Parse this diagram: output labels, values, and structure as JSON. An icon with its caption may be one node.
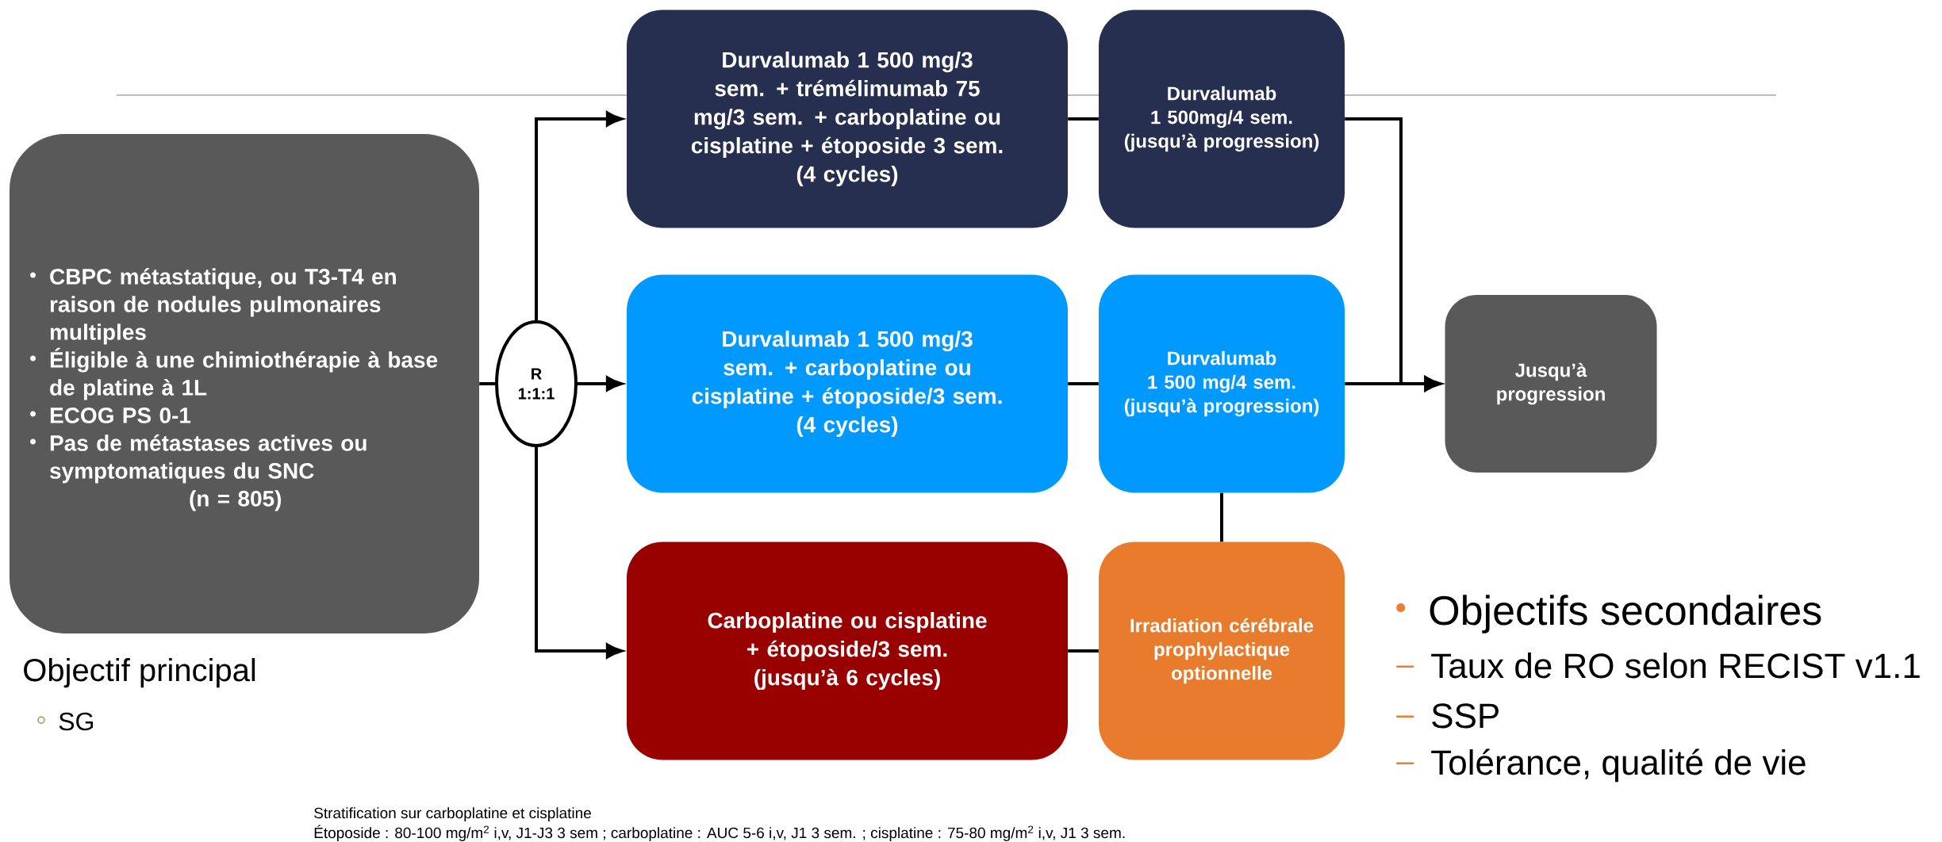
{
  "diagram": {
    "nodes": [
      {
        "text": [
          "CBPC métastatique, ou T3-T4 en raison de nodules pulmonaires multiples",
          "Éligible à une chimiothérapie à base de platine à 1L",
          "ECOG PS 0-1",
          "Pas de métastases actives ou symptomatiques du SNC",
          "(n = 805)"
        ]
      },
      {
        "text": [
          "R 1:1:1"
        ]
      },
      {
        "text": [
          "Durvalumab 1 500 mg/3 sem. + trémélimumab 75 mg/3 sem. + carboplatine ou cisplatine + étoposide 3 sem.",
          "(4 cycles)"
        ]
      },
      {
        "text": [
          "Durvalumab",
          "1 500mg/4 sem.",
          "(jusqu’à progression)"
        ]
      },
      {
        "text": [
          "Durvalumab 1 500 mg/3 sem. + carboplatine ou cisplatine + étoposide/3 sem.",
          "(4 cycles)"
        ]
      },
      {
        "text": [
          "Durvalumab",
          "1 500 mg/4 sem.",
          "(jusqu’à progression)"
        ]
      },
      {
        "text": [
          "Carboplatine ou cisplatine + étoposide/3 sem.",
          "(jusqu’à 6 cycles)"
        ]
      },
      {
        "text": [
          "Irradiation cérébrale prophylactique optionnelle"
        ]
      },
      {
        "text": [
          "Jusqu’à progression"
        ]
      }
    ],
    "edges": [
      {
        "from": 0,
        "to": 1,
        "arrow": "none"
      },
      {
        "from": 1,
        "to": 2,
        "arrow": "to"
      },
      {
        "from": 1,
        "to": 4,
        "arrow": "to"
      },
      {
        "from": 1,
        "to": 6,
        "arrow": "to"
      },
      {
        "from": 2,
        "to": 3,
        "arrow": "none"
      },
      {
        "from": 4,
        "to": 5,
        "arrow": "none"
      },
      {
        "from": 6,
        "to": 7,
        "arrow": "none"
      },
      {
        "from": 3,
        "to": 8,
        "arrow": "to"
      },
      {
        "from": 5,
        "to": 8,
        "arrow": "to"
      },
      {
        "from": 5,
        "to": 7,
        "arrow": "none"
      }
    ],
    "labels": [
      "Objectif principal",
      "SG",
      "Objectifs secondaires",
      "Taux de RO selon RECIST v1.1",
      "SSP",
      "Tolérance, qualité de vie",
      "Stratification sur carboplatine et cisplatine",
      "Étoposide : 80-100 mg/m$^{2}$ i,v, J1-J3 3 sem ; carboplatine : AUC 5-6 i,v, J1 3 sem. ; cisplatine : 75-80 mg/m$^{2}$ i,v, J1 3 sem."
    ]
  }
}
